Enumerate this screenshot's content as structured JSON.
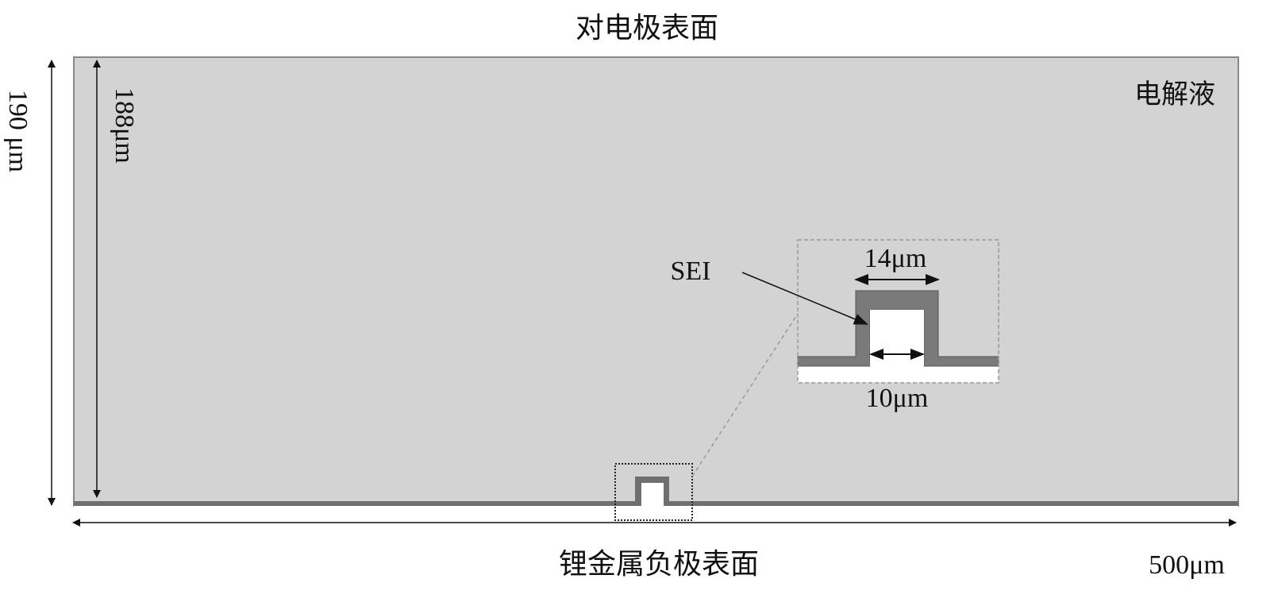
{
  "labels": {
    "top_surface": "对电极表面",
    "electrolyte": "电解液",
    "height_total": "190 μm",
    "height_electrolyte": "188μm",
    "sei": "SEI",
    "outer_width": "14μm",
    "inner_width": "10μm",
    "bottom_surface": "锂金属负极表面",
    "width_total": "500μm"
  },
  "colors": {
    "electrolyte": "#d3d3d3",
    "sei": "#7a7a7a",
    "lithium": "#ffffff"
  }
}
